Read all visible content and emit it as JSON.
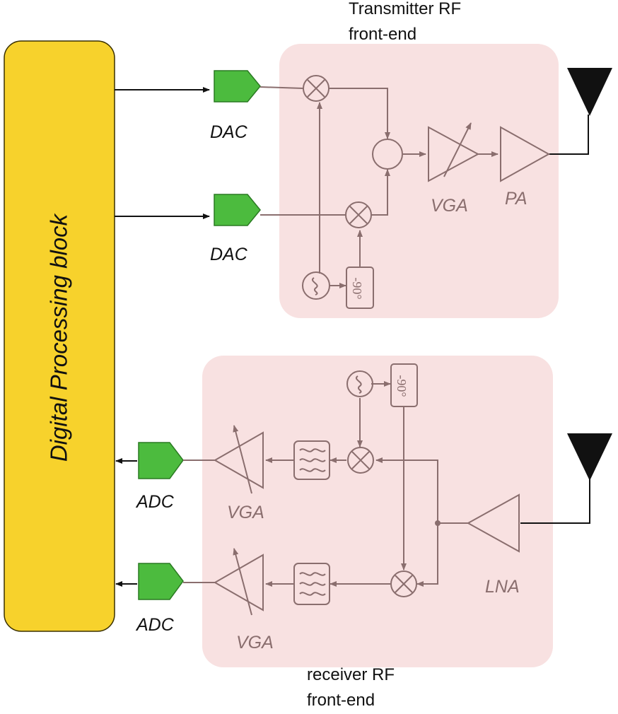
{
  "transmitter": {
    "title_line1": "Transmitter RF",
    "title_line2": "front-end",
    "dac_label_1": "DAC",
    "dac_label_2": "DAC",
    "vga_label": "VGA",
    "pa_label": "PA",
    "phase_label": "-90°"
  },
  "receiver": {
    "title_line1": "receiver RF",
    "title_line2": "front-end",
    "adc_label_1": "ADC",
    "adc_label_2": "ADC",
    "vga_label_1": "VGA",
    "vga_label_2": "VGA",
    "lna_label": "LNA",
    "phase_label": "-90°"
  },
  "digital_block": {
    "label": "Digital Processing block"
  },
  "colors": {
    "digital_block_fill": "#f7d22c",
    "converter_fill": "#4cbb3e",
    "frontend_panel": "#f8e1e1",
    "component_stroke": "#8a6e6e"
  }
}
